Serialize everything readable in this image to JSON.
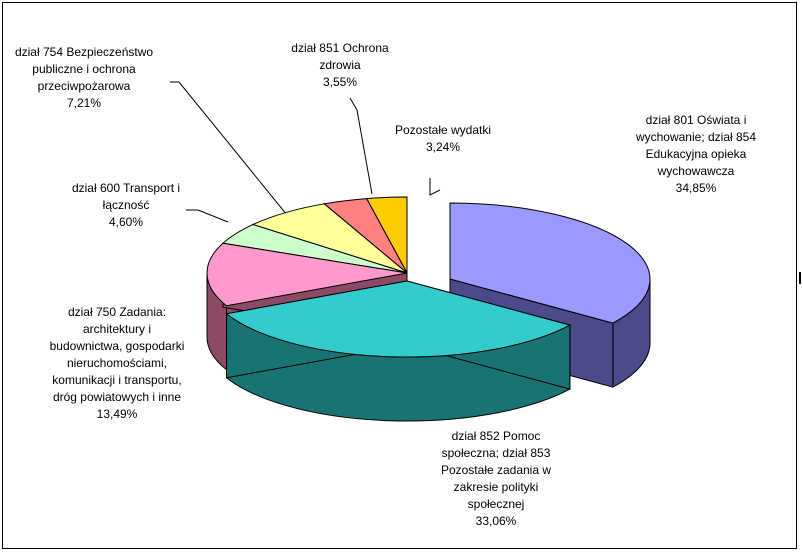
{
  "chart_data": {
    "type": "pie",
    "style": "3d-exploded",
    "legend": "none",
    "slices": [
      {
        "label_lines": [
          "dział 801 Oświata i",
          "wychowanie; dział 854",
          "Edukacyjna opieka",
          "wychowawcza",
          "34,85%"
        ],
        "value": 34.85,
        "top_color": "#9999ff",
        "side_color": "#4b4b8c"
      },
      {
        "label_lines": [
          "dział 852 Pomoc",
          "społeczna; dział 853",
          "Pozostałe zadania   w",
          "zakresie polityki",
          "społecznej",
          "33,06%"
        ],
        "value": 33.06,
        "top_color": "#33cccc",
        "side_color": "#1a7373"
      },
      {
        "label_lines": [
          "dział 750 Zadania:",
          "architektury i",
          "budownictwa, gospodarki",
          "nieruchomościami,",
          "komunikacji i transportu,",
          "dróg powiatowych i inne",
          "13,49%"
        ],
        "value": 13.49,
        "top_color": "#ff99cc",
        "side_color": "#8c4a66"
      },
      {
        "label_lines": [
          "dział 600 Transport i",
          "łączność",
          "4,60%"
        ],
        "value": 4.6,
        "top_color": "#ccffcc",
        "side_color": "#6b8c6b"
      },
      {
        "label_lines": [
          "dział 754 Bezpieczeństwo",
          "publiczne i ochrona",
          "przeciwpożarowa",
          "7,21%"
        ],
        "value": 7.21,
        "top_color": "#ffff99",
        "side_color": "#8c8c45"
      },
      {
        "label_lines": [
          "dział 851 Ochrona",
          "zdrowia",
          "3,55%"
        ],
        "value": 3.55,
        "top_color": "#ff8080",
        "side_color": "#8c3e3e"
      },
      {
        "label_lines": [
          "Pozostałe wydatki",
          "3,24%"
        ],
        "value": 3.24,
        "top_color": "#ffcc00",
        "side_color": "#8c6f00"
      }
    ]
  }
}
